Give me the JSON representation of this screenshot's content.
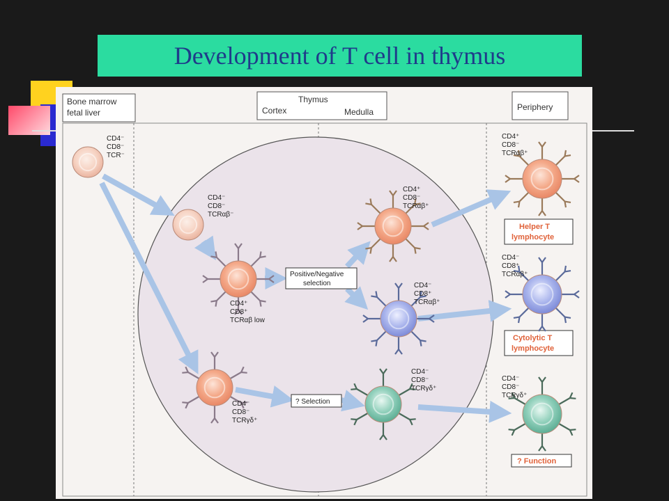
{
  "slide": {
    "title": "Development of T cell in thymus",
    "title_bg_color": "#2bdca0",
    "title_text_color": "#1f3b8a"
  },
  "diagram": {
    "regions": {
      "bone_marrow_line1": "Bone marrow",
      "bone_marrow_line2": "fetal liver",
      "thymus": "Thymus",
      "cortex": "Cortex",
      "medulla": "Medulla",
      "periphery": "Periphery"
    },
    "cells": {
      "progenitor": {
        "l1": "CD4⁻",
        "l2": "CD8⁻",
        "l3": "TCR⁻"
      },
      "dn": {
        "l1": "CD4⁻",
        "l2": "CD8⁻",
        "l3": "TCRαβ⁻"
      },
      "dp": {
        "l1": "CD4⁺",
        "l2": "CD8⁺",
        "l3": "TCRαβ low"
      },
      "gd_cortex": {
        "l1": "CD4⁻",
        "l2": "CD8⁻",
        "l3": "TCRγδ⁺"
      },
      "cd4_medulla": {
        "l1": "CD4⁺",
        "l2": "CD8⁻",
        "l3": "TCRαβ⁺"
      },
      "cd8_medulla": {
        "l1": "CD4⁻",
        "l2": "CD8⁺",
        "l3": "TCRαβ⁺"
      },
      "gd_medulla": {
        "l1": "CD4⁻",
        "l2": "CD8⁻",
        "l3": "TCRγδ⁺"
      },
      "helper": {
        "l1": "CD4⁺",
        "l2": "CD8⁻",
        "l3": "TCRαβ⁺"
      },
      "cytolytic": {
        "l1": "CD4⁻",
        "l2": "CD8⁺",
        "l3": "TCRαβ⁺"
      },
      "gd_periphery": {
        "l1": "CD4⁻",
        "l2": "CD8⁻",
        "l3": "TCRγδ⁺"
      }
    },
    "selection_label_line1": "Positive/Negative",
    "selection_label_line2": "selection",
    "gd_selection_label": "? Selection",
    "outcomes": {
      "helper_line1": "Helper T",
      "helper_line2": "lymphocyte",
      "cytolytic_line1": "Cytolytic T",
      "cytolytic_line2": "lymphocyte",
      "function": "? Function"
    },
    "colors": {
      "panel_bg": "#f6f3f1",
      "thymus_bg": "#ebe3ea",
      "arrow": "#a9c4e6",
      "outcome_text": "#e0623a",
      "cell_salmon": "#f4a989",
      "cell_pale": "#f6d2c2",
      "cell_blue": "#a9b4ec",
      "cell_teal": "#8fcfba"
    }
  }
}
